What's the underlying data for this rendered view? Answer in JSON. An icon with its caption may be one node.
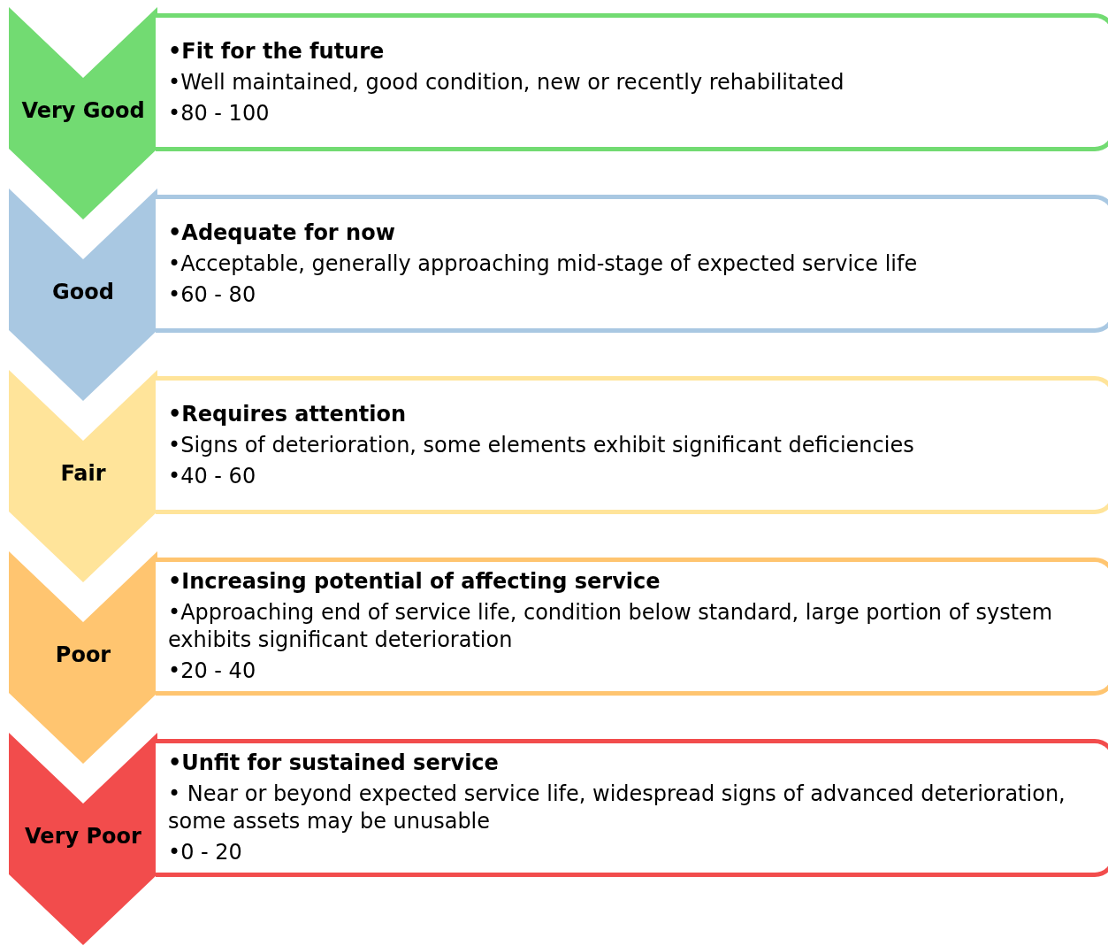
{
  "diagram": {
    "nodes": [
      {
        "text": [
          "Very Good"
        ]
      },
      {
        "text": [
          "•Fit for the future",
          "•Well maintained, good condition, new or recently rehabilitated",
          "•80 - 100"
        ]
      },
      {
        "text": [
          "Good"
        ]
      },
      {
        "text": [
          "•Adequate for now",
          "•Acceptable, generally approaching mid-stage of expected service life",
          "•60 - 80"
        ]
      },
      {
        "text": [
          "Fair"
        ]
      },
      {
        "text": [
          "•Requires attention",
          "•Signs of deterioration, some elements exhibit significant deficiencies",
          "•40 - 60"
        ]
      },
      {
        "text": [
          "Poor"
        ]
      },
      {
        "text": [
          "•Increasing potential of affecting service",
          "•Approaching end of service life, condition below standard, large portion of system exhibits significant deterioration",
          "•20 - 40"
        ]
      },
      {
        "text": [
          "Very Poor"
        ]
      },
      {
        "text": [
          "•Unfit for sustained service",
          "• Near or beyond expected service life, widespread signs of advanced deterioration, some assets may be unusable",
          "•0 - 20"
        ]
      }
    ]
  }
}
